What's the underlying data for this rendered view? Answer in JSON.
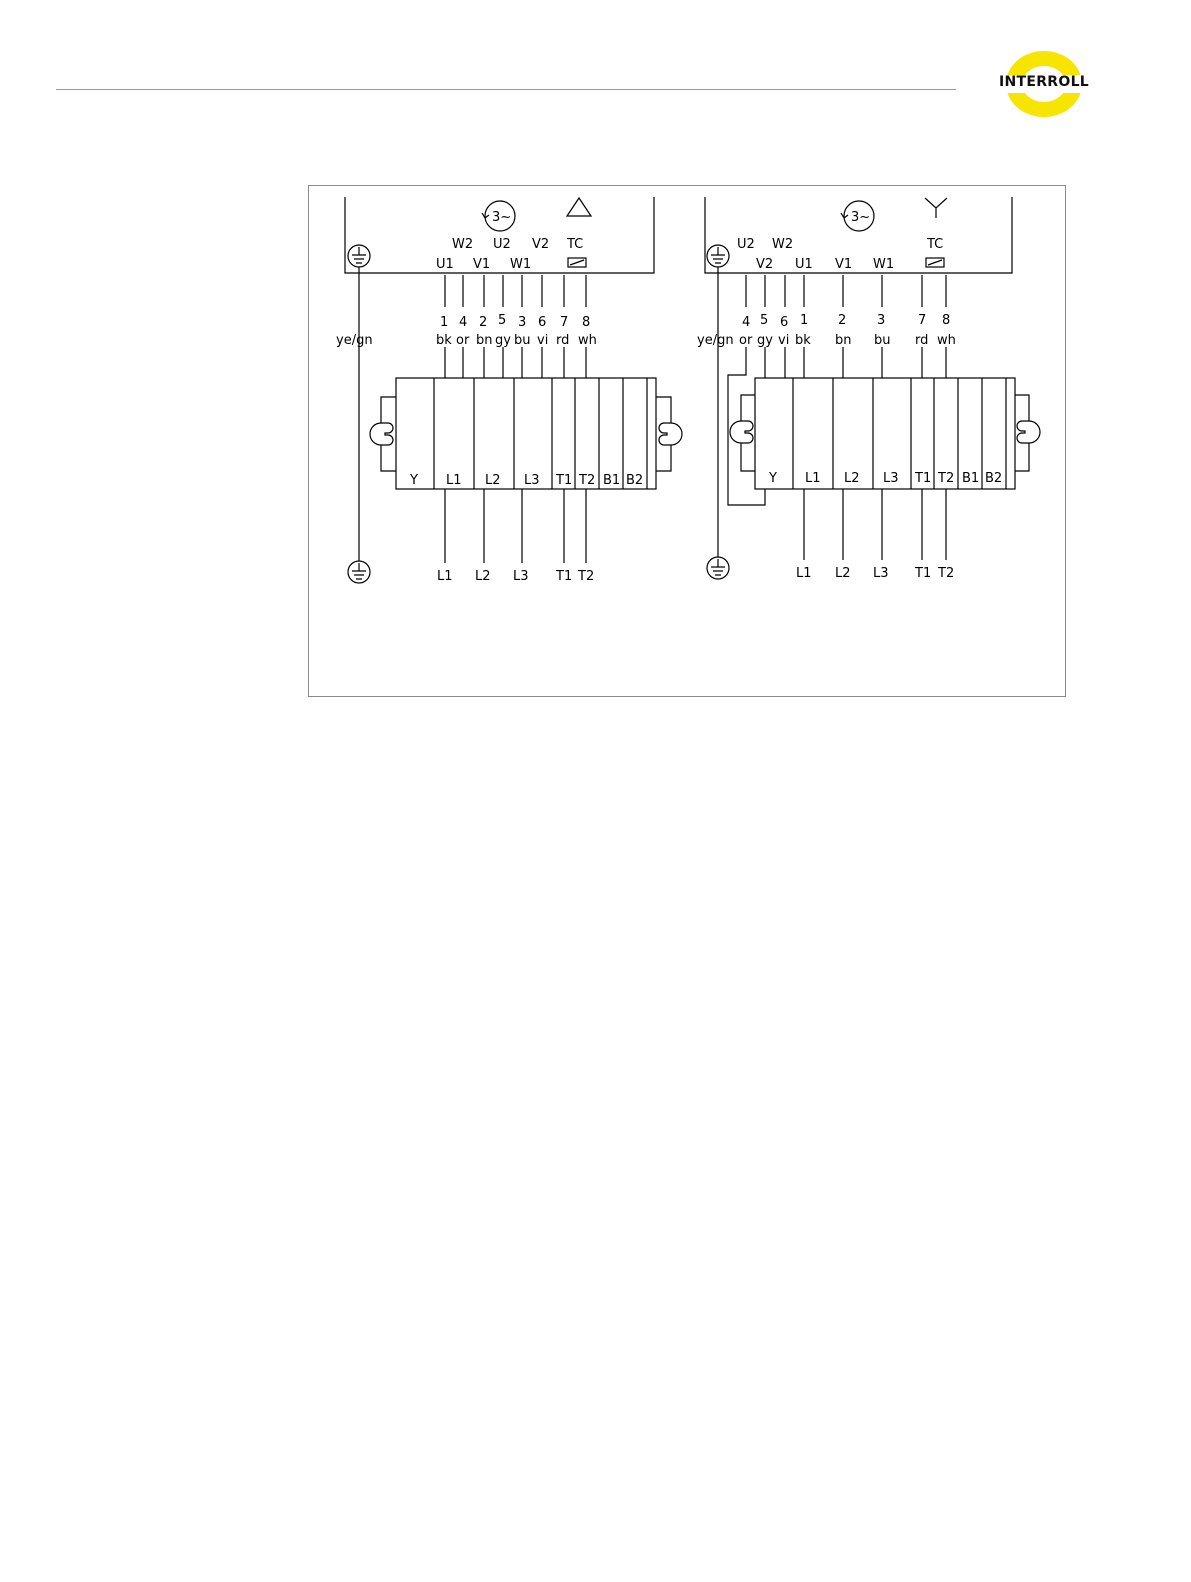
{
  "logo": {
    "text": "INTERROLL",
    "color": "#f7e400"
  },
  "diagram": {
    "delta": {
      "rotation_label": "3~",
      "winding_labels": [
        "U1",
        "W2",
        "V1",
        "U2",
        "W1",
        "V2"
      ],
      "tc_label": "TC",
      "pin_numbers": [
        "1",
        "4",
        "2",
        "5",
        "3",
        "6",
        "7",
        "8"
      ],
      "wire_colors": [
        "bk",
        "or",
        "bn",
        "gy",
        "bu",
        "vi",
        "rd",
        "wh"
      ],
      "ground_wire": "ye/gn",
      "terminals": [
        "Y",
        "L1",
        "L2",
        "L3",
        "T1",
        "T2",
        "B1",
        "B2"
      ],
      "outputs": [
        "L1",
        "L2",
        "L3",
        "T1",
        "T2"
      ]
    },
    "star": {
      "rotation_label": "3~",
      "winding_labels": [
        "U2",
        "W2",
        "V2",
        "U1",
        "V1",
        "W1"
      ],
      "tc_label": "TC",
      "pin_numbers": [
        "4",
        "5",
        "6",
        "1",
        "2",
        "3",
        "7",
        "8"
      ],
      "wire_colors": [
        "or",
        "gy",
        "vi",
        "bk",
        "bn",
        "bu",
        "rd",
        "wh"
      ],
      "ground_wire": "ye/gn",
      "terminals": [
        "Y",
        "L1",
        "L2",
        "L3",
        "T1",
        "T2",
        "B1",
        "B2"
      ],
      "outputs": [
        "L1",
        "L2",
        "L3",
        "T1",
        "T2"
      ]
    }
  }
}
